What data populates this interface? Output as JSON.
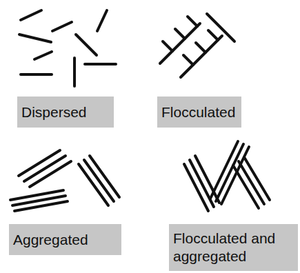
{
  "diagram": {
    "nodes": [
      {
        "text": [
          "Dispersed"
        ]
      },
      {
        "text": [
          "Flocculated"
        ]
      },
      {
        "text": [
          "Aggregated"
        ]
      },
      {
        "text": [
          "Flocculated and aggregated"
        ]
      }
    ]
  }
}
